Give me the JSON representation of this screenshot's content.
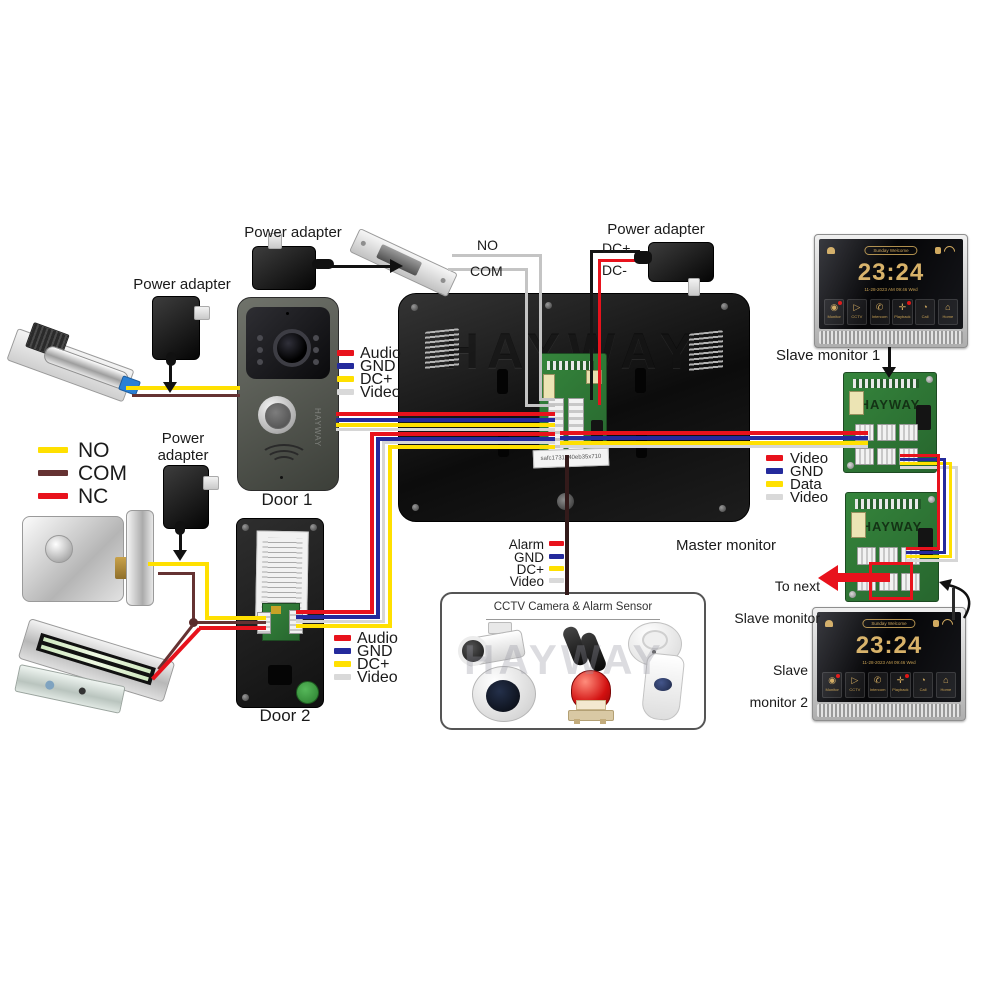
{
  "labels": {
    "power_adapter": "Power adapter",
    "no": "NO",
    "com": "COM",
    "dc_plus": "DC+",
    "dc_minus": "DC-",
    "door1": "Door 1",
    "door2": "Door 2",
    "master_monitor": "Master monitor",
    "slave_monitor_1": "Slave monitor 1",
    "slave_line1": "Slave",
    "slave_line2": "monitor 2",
    "to_next_line1": "To next",
    "to_next_line2": "Slave monitor",
    "cctv_title": "CCTV Camera & Alarm Sensor",
    "master_sticker": "safc1731740eb35x710",
    "brand": "HAYWAY"
  },
  "colors": {
    "wire_red": "#e8121c",
    "wire_blue": "#242a9c",
    "wire_yellow": "#ffe000",
    "wire_white": "#d6d6d6",
    "wire_brown": "#653232",
    "wire_gray": "#c4c4c4",
    "screen_gold": "#d0a95f",
    "pcb_green": "#2f7c38"
  },
  "lock_legend": {
    "items": [
      {
        "label": "NO",
        "color": "#ffe000"
      },
      {
        "label": "COM",
        "color": "#653232"
      },
      {
        "label": "NC",
        "color": "#e8121c"
      }
    ]
  },
  "door1_legend": {
    "items": [
      {
        "label": "Audio",
        "color": "#e8121c"
      },
      {
        "label": "GND",
        "color": "#242a9c"
      },
      {
        "label": "DC+",
        "color": "#ffe000"
      },
      {
        "label": "Video",
        "color": "#d9d9d9"
      }
    ]
  },
  "door2_legend": {
    "items": [
      {
        "label": "Audio",
        "color": "#e8121c"
      },
      {
        "label": "GND",
        "color": "#242a9c"
      },
      {
        "label": "DC+",
        "color": "#ffe000"
      },
      {
        "label": "Video",
        "color": "#d9d9d9"
      }
    ]
  },
  "master_legend": {
    "items": [
      {
        "label": "Alarm",
        "color": "#e8121c"
      },
      {
        "label": "GND",
        "color": "#242a9c"
      },
      {
        "label": "DC+",
        "color": "#ffe000"
      },
      {
        "label": "Video",
        "color": "#d9d9d9"
      }
    ]
  },
  "bus_legend": {
    "items": [
      {
        "label": "Video",
        "color": "#e8121c"
      },
      {
        "label": "GND",
        "color": "#242a9c"
      },
      {
        "label": "Data",
        "color": "#ffe000"
      },
      {
        "label": "Video",
        "color": "#d9d9d9"
      }
    ]
  },
  "monitor": {
    "clock": "23:24",
    "banner": "Sunday Welcome",
    "datetime": "11-28-2023 AM 09:46 Wed",
    "tiles": [
      {
        "glyph": "◉",
        "label": "Monitor"
      },
      {
        "glyph": "▷",
        "label": "CCTV"
      },
      {
        "glyph": "✆",
        "label": "Intercom"
      },
      {
        "glyph": "✛",
        "label": "Playback"
      },
      {
        "glyph": "◔",
        "label": "Call"
      },
      {
        "glyph": "⌂",
        "label": "Home"
      }
    ]
  }
}
